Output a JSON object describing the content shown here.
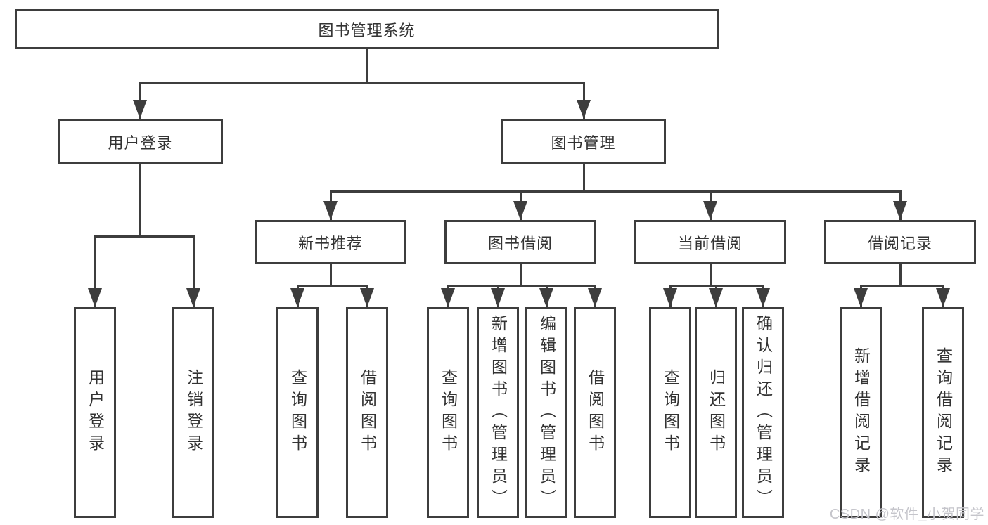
{
  "diagram": {
    "title": "图书管理系统",
    "branches": [
      {
        "label": "用户登录",
        "children": [
          {
            "label": "用户登录"
          },
          {
            "label": "注销登录"
          }
        ]
      },
      {
        "label": "图书管理",
        "children": [
          {
            "label": "新书推荐",
            "children": [
              {
                "label": "查询图书"
              },
              {
                "label": "借阅图书"
              }
            ]
          },
          {
            "label": "图书借阅",
            "children": [
              {
                "label": "查询图书"
              },
              {
                "label": "新增图书（管理员）"
              },
              {
                "label": "编辑图书（管理员）"
              },
              {
                "label": "借阅图书"
              }
            ]
          },
          {
            "label": "当前借阅",
            "children": [
              {
                "label": "查询图书"
              },
              {
                "label": "归还图书"
              },
              {
                "label": "确认归还（管理员）"
              }
            ]
          },
          {
            "label": "借阅记录",
            "children": [
              {
                "label": "新增借阅记录"
              },
              {
                "label": "查询借阅记录"
              }
            ]
          }
        ]
      }
    ]
  },
  "watermark": {
    "text": "CSDN @软件_小贺同学"
  },
  "colors": {
    "line": "#3d3d3d",
    "box_border": "#3d3d3d",
    "box_fill": "#ffffff",
    "text": "#333333",
    "watermark": "#c5c5cb",
    "background": "#ffffff"
  }
}
